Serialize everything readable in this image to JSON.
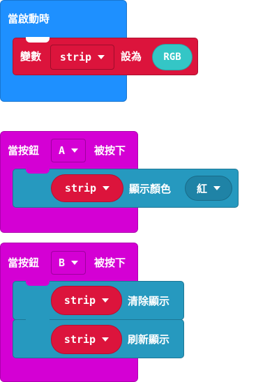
{
  "colors": {
    "basic": "#1e90ff",
    "input": "#d400d4",
    "variable": "#dc143c",
    "neopixel": "#2699bf",
    "rgb_pill": "#34c6c6"
  },
  "block_start": {
    "hat_label": "當啟動時",
    "set_prefix": "變數",
    "variable": "strip",
    "set_middle": "設為",
    "value": "RGB"
  },
  "block_a": {
    "hat_label": "當按鈕",
    "button": "A",
    "hat_suffix": "被按下",
    "variable": "strip",
    "action": "顯示顏色",
    "color": "紅"
  },
  "block_b": {
    "hat_label": "當按鈕",
    "button": "B",
    "hat_suffix": "被按下",
    "stmt1_variable": "strip",
    "stmt1_action": "清除顯示",
    "stmt2_variable": "strip",
    "stmt2_action": "刷新顯示"
  }
}
